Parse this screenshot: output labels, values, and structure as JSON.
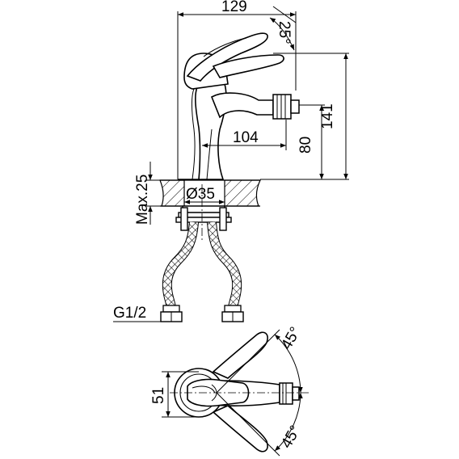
{
  "drawing": {
    "dims": {
      "width_129": "129",
      "angle_25": "25°",
      "height_141": "141",
      "height_80": "80",
      "spout_104": "104",
      "max_25": "Max.25",
      "dia_35": "Ø35",
      "thread": "G1/2",
      "angle_45_top": "45°",
      "angle_45_bottom": "45°",
      "width_51": "51"
    }
  }
}
